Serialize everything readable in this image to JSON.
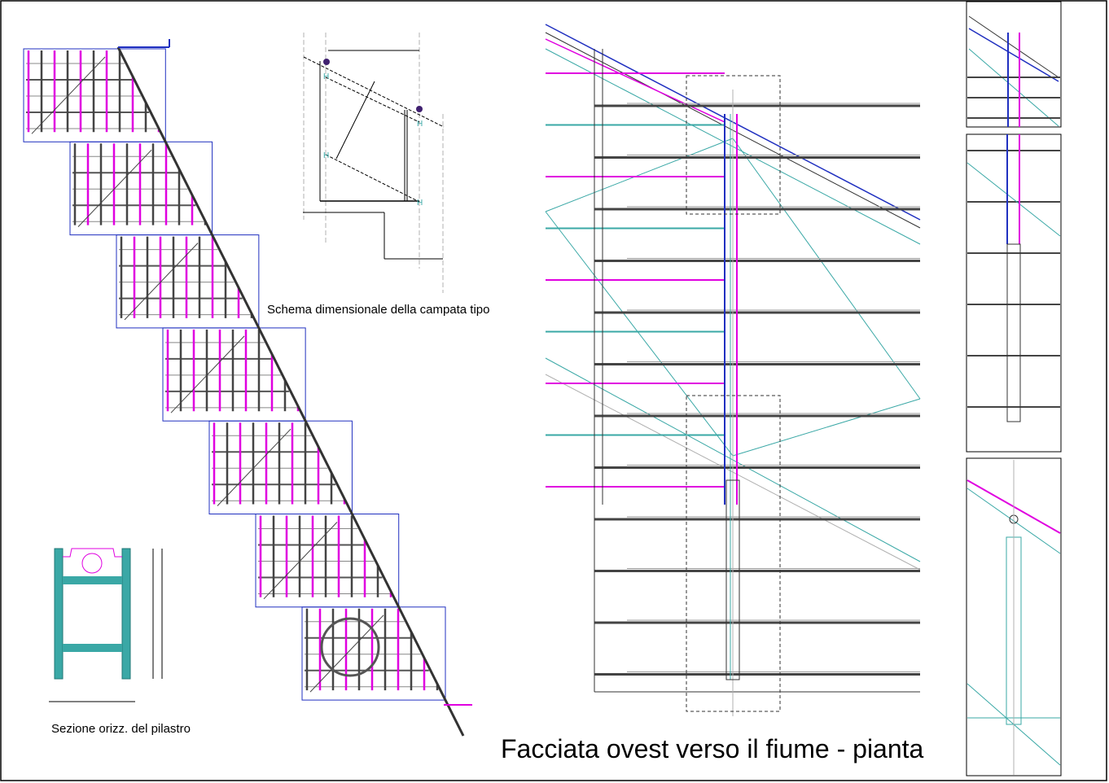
{
  "labels": {
    "schema_title": "Schema dimensionale della campata tipo",
    "section_title": "Sezione orizz. del pilastro",
    "main_title": "Facciata ovest verso il fiume - pianta"
  },
  "colors": {
    "magenta": "#e000e0",
    "teal": "#3aa8a6",
    "blue": "#2030c0",
    "dark": "#333333",
    "purple": "#402070",
    "grey": "#b0b0b0"
  }
}
